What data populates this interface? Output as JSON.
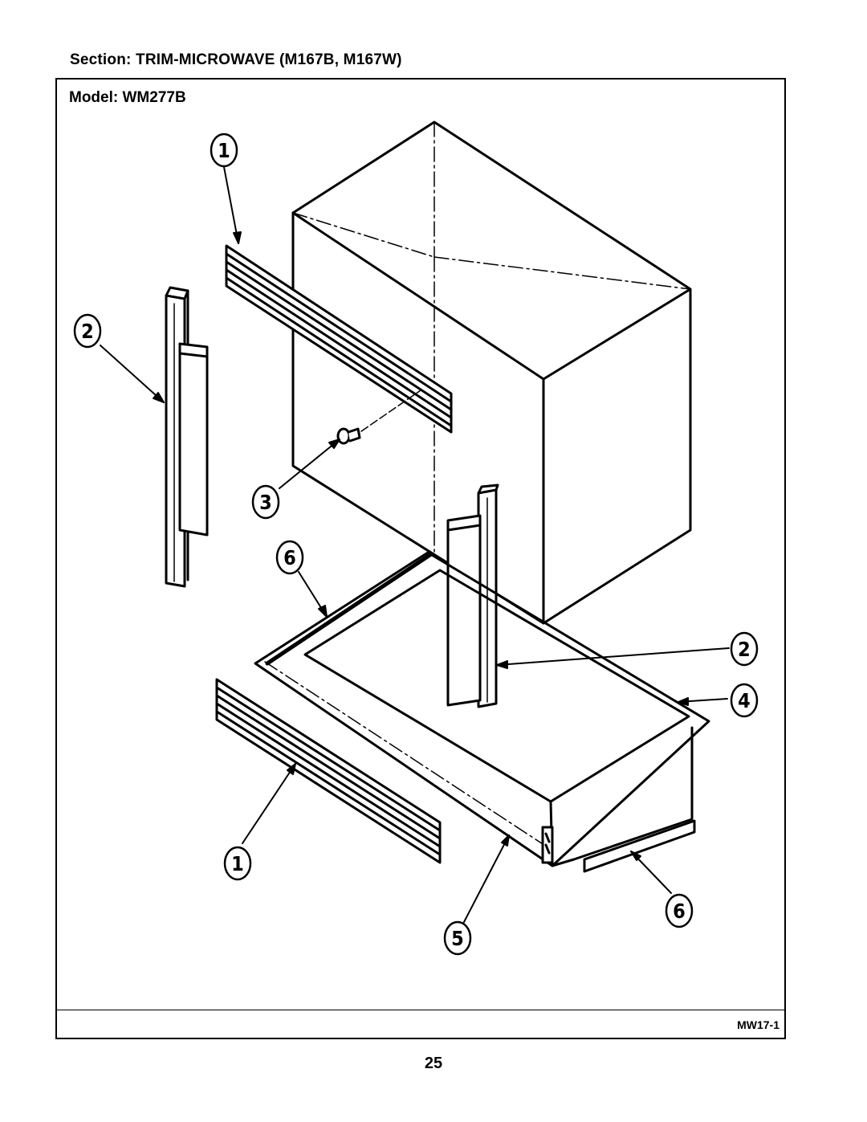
{
  "header": {
    "section_title": "Section:  TRIM-MICROWAVE (M167B, M167W)",
    "model_title": "Model:  WM277B"
  },
  "diagram": {
    "callouts": [
      {
        "id": "callout-1-top",
        "label": "1"
      },
      {
        "id": "callout-2-left",
        "label": "2"
      },
      {
        "id": "callout-3",
        "label": "3"
      },
      {
        "id": "callout-6-top",
        "label": "6"
      },
      {
        "id": "callout-2-right",
        "label": "2"
      },
      {
        "id": "callout-4",
        "label": "4"
      },
      {
        "id": "callout-1-bottom",
        "label": "1"
      },
      {
        "id": "callout-5",
        "label": "5"
      },
      {
        "id": "callout-6-bottom",
        "label": "6"
      }
    ]
  },
  "footer": {
    "diagram_code": "MW17-1",
    "page_number": "25"
  }
}
